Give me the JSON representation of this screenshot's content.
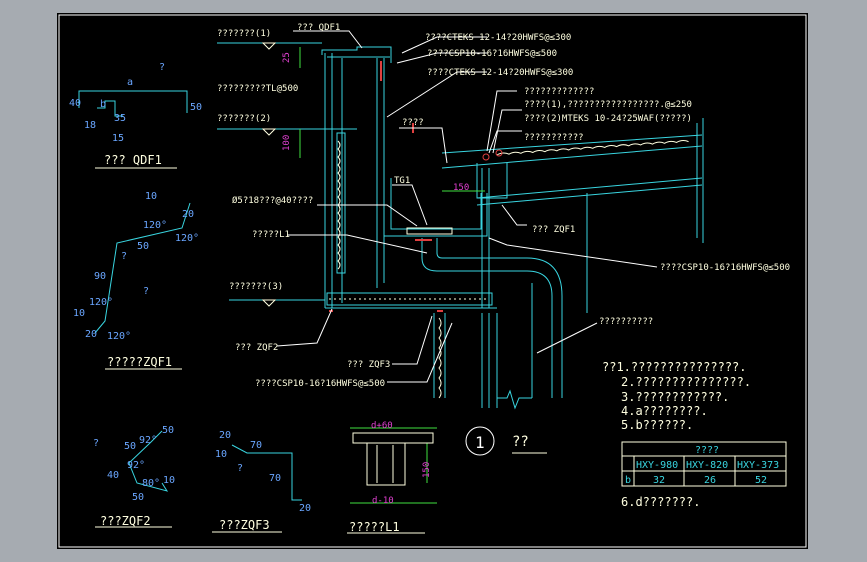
{
  "labels": {
    "qdf1_ref": "??? QDF1",
    "cteks_1": "????CTEKS  12-14?20HWFS@≤300",
    "csp_1": "????CSP10-16?16HWFS@≤500",
    "cteks_2": "????CTEKS   12-14?20HWFS@≤300",
    "level_1": "???????(1)",
    "tl_note": "?????????TL@500",
    "level_2": "???????(2)",
    "gutter_note": "?????????????",
    "note_1": "????(1),?????????????????.@≤250",
    "mteks": "????(2)MTEKS 10-24?25WAF(?????)",
    "note_3": "???????????",
    "label_4": "????",
    "tg1": "TG1",
    "bolt": "Ø5?18???@40????",
    "l1_ref": "?????L1",
    "zqf1_ref": "??? ZQF1",
    "csp_2": "????CSP10-16?16HWFS@≤500",
    "level_3": "???????(3)",
    "note_pipe": "??????????",
    "zqf2_ref": "??? ZQF2",
    "zqf3_ref": "??? ZQF3",
    "csp_3": "????CSP10-16?16HWFS@≤500"
  },
  "dims": {
    "d25": "25",
    "d100": "100",
    "d150": "150",
    "d150b": "150",
    "dd60": "d+60",
    "dd10": "d-10"
  },
  "qdf1_profile": {
    "title": "??? QDF1",
    "q": "?",
    "a": "a",
    "b": "b",
    "n40": "40",
    "n50": "50",
    "n35": "35",
    "n18": "18",
    "n15": "15"
  },
  "zqf1_profile": {
    "title": "?????ZQF1",
    "n10a": "10",
    "n20a": "20",
    "n120a": "120°",
    "n120b": "120°",
    "n50": "50",
    "n90": "90",
    "n120c": "120°",
    "n10b": "10",
    "n20b": "20",
    "n120d": "120°",
    "q1": "?",
    "q2": "?"
  },
  "zqf2_profile": {
    "title": "???ZQF2",
    "q": "?",
    "n50a": "50",
    "n92a": "92°",
    "n40": "40",
    "n92b": "92°",
    "n80": "80°",
    "n50b": "50",
    "n50c": "50",
    "n10": "10"
  },
  "zqf3_profile": {
    "title": "???ZQF3",
    "n20a": "20",
    "n10": "10",
    "n70a": "70",
    "q": "?",
    "n70b": "70",
    "n20b": "20"
  },
  "l1_profile": {
    "title": "?????L1"
  },
  "detail_marker": {
    "number": "1",
    "label": "??"
  },
  "notes": {
    "n1": "??1.???????????????.",
    "n2": "2.???????????????.",
    "n3": "3.????????????.",
    "n4": "4.a????????.",
    "n5": "5.b??????.",
    "n6": "6.d???????."
  },
  "table": {
    "header": "????",
    "row_label": "b",
    "columns": [
      "HXY-980",
      "HXY-820",
      "HXY-373"
    ],
    "values": [
      "32",
      "26",
      "52"
    ]
  }
}
